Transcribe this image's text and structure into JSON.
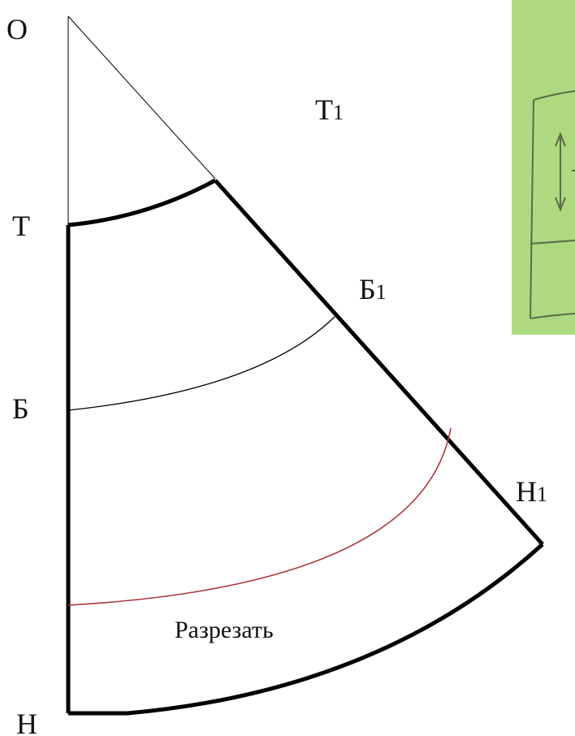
{
  "labels": {
    "O": "О",
    "T": "Т",
    "B": "Б",
    "H": "Н",
    "T1_main": "Т",
    "T1_sub": "1",
    "B1_main": "Б",
    "B1_sub": "1",
    "H1_main": "Н",
    "H1_sub": "1"
  },
  "cut_label": "Разрезать",
  "colors": {
    "outline": "#000000",
    "cut_line": "#a8353a",
    "photo_green": "#a9d67c",
    "photo_sketch": "#5a6b47"
  }
}
